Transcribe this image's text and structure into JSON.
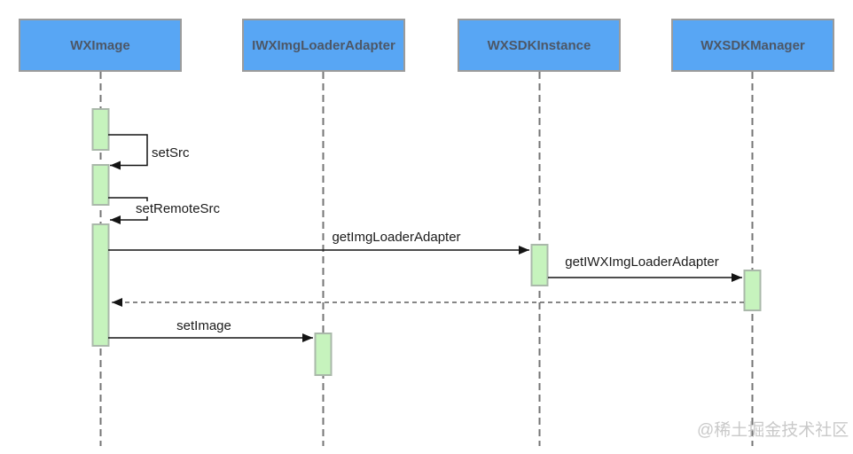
{
  "diagram": {
    "type": "uml-sequence",
    "participants": [
      {
        "name": "WXImage"
      },
      {
        "name": "IWXImgLoaderAdapter"
      },
      {
        "name": "WXSDKInstance"
      },
      {
        "name": "WXSDKManager"
      }
    ],
    "messages": [
      {
        "label": "setSrc",
        "from": "WXImage",
        "to": "WXImage",
        "kind": "self-call"
      },
      {
        "label": "setRemoteSrc",
        "from": "WXImage",
        "to": "WXImage",
        "kind": "self-call"
      },
      {
        "label": "getImgLoaderAdapter",
        "from": "WXImage",
        "to": "WXSDKInstance",
        "kind": "sync"
      },
      {
        "label": "getIWXImgLoaderAdapter",
        "from": "WXSDKInstance",
        "to": "WXSDKManager",
        "kind": "sync"
      },
      {
        "label": "",
        "from": "WXSDKManager",
        "to": "WXImage",
        "kind": "dashed-return"
      },
      {
        "label": "setImage",
        "from": "WXImage",
        "to": "IWXImgLoaderAdapter",
        "kind": "sync"
      }
    ],
    "colors": {
      "participant_fill": "#58a6f4",
      "participant_border": "#9b9b9b",
      "participant_text": "#4d5766",
      "activation_fill": "#c6f3bd",
      "activation_border": "#aab8aa",
      "lifeline": "#757575",
      "message_line": "#141414",
      "return_line": "#5f5f5f",
      "watermark": "#c9c9c9"
    },
    "watermark": "@稀土掘金技术社区"
  }
}
